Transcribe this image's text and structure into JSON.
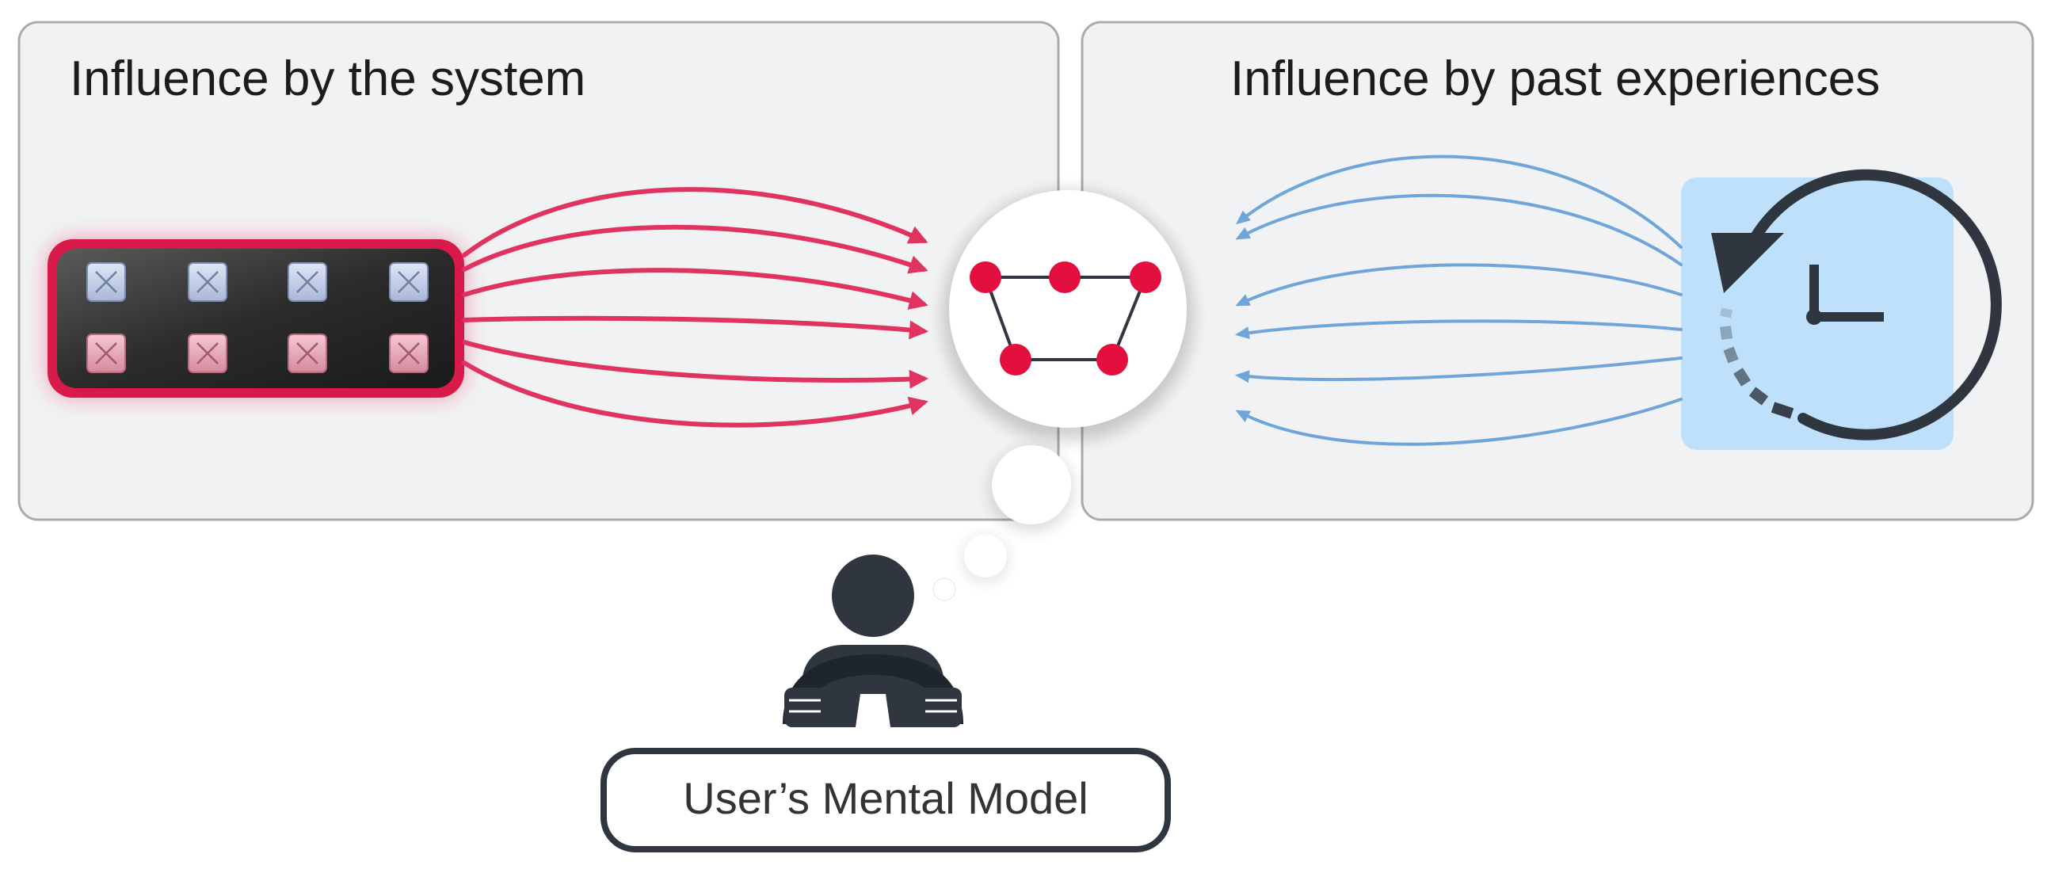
{
  "panels": {
    "system": {
      "title": "Influence by the system"
    },
    "past": {
      "title": "Influence by past experiences"
    }
  },
  "user": {
    "label": "User’s Mental Model"
  },
  "icons": {
    "system": "control-panel-icon",
    "model": "network-graph-icon",
    "past": "history-clock-icon",
    "user": "driver-steering-wheel-icon",
    "thought": "thought-bubble-icon"
  },
  "colors": {
    "system_arrows": "#e0335f",
    "past_arrows": "#6fa5d8",
    "node": "#e3103f",
    "panel_bg": "#f1f2f3",
    "panel_border": "#a9abad",
    "history_bg": "#bfe0fb",
    "dark": "#2f3640"
  }
}
